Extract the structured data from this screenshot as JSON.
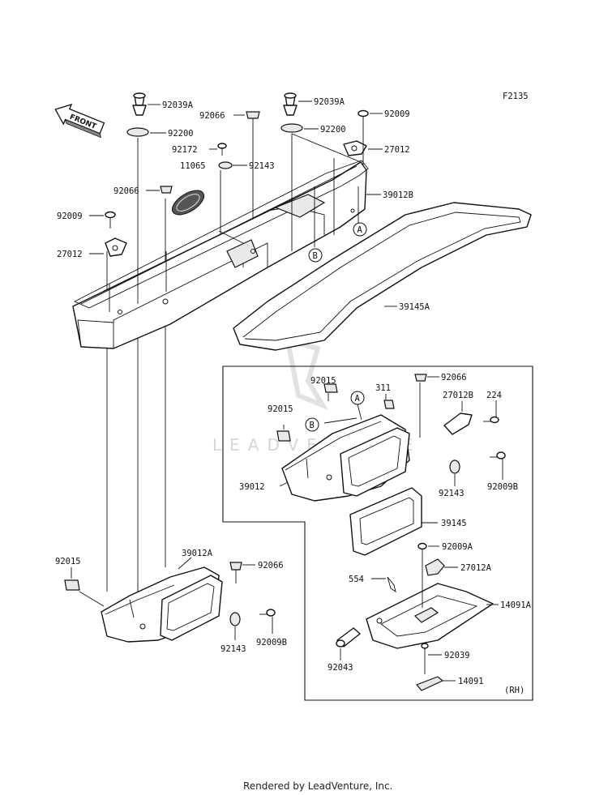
{
  "figure_code": "F2135",
  "front_marker": "FRONT",
  "watermark": "LEADVENTURE",
  "footer": "Rendered by LeadVenture, Inc.",
  "side_note": "(RH)",
  "callouts": [
    "A",
    "B"
  ],
  "labels": {
    "p92039A_l": "92039A",
    "p92039A_r": "92039A",
    "p92066_top": "92066",
    "p92009_top": "92009",
    "p92200_l": "92200",
    "p92200_r": "92200",
    "p92172": "92172",
    "p27012_top": "27012",
    "p11065": "11065",
    "p92143_top": "92143",
    "p92066_mid": "92066",
    "p39012B": "39012B",
    "p92009_left": "92009",
    "p27012_left": "27012",
    "p39145A": "39145A",
    "p92015_a": "92015",
    "p311": "311",
    "p92066_box": "92066",
    "p92015_b": "92015",
    "p27012B": "27012B",
    "p224": "224",
    "p39012": "39012",
    "p92143_box": "92143",
    "p92009B_box": "92009B",
    "p39145": "39145",
    "p92015_low": "92015",
    "p39012A": "39012A",
    "p92066_low": "92066",
    "p92009A": "92009A",
    "p27012A": "27012A",
    "p554": "554",
    "p14091A": "14091A",
    "p92143_low": "92143",
    "p92009B_low": "92009B",
    "p92039": "92039",
    "p92043": "92043",
    "p14091": "14091"
  }
}
